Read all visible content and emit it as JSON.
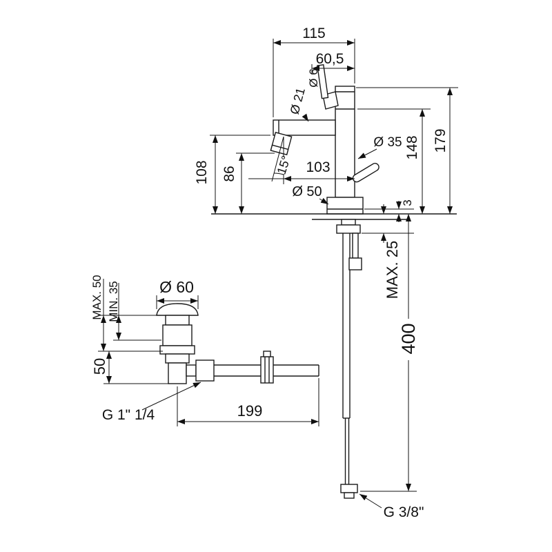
{
  "drawing": {
    "subject": "single-lever basin mixer tap with waste drain - dimensional drawing",
    "background": "#ffffff",
    "line_color": "#1a1a1a"
  },
  "dims": {
    "width_total": "115",
    "width_top": "60,5",
    "dia_lever": "Ø 6",
    "dia_spout": "Ø 21",
    "height_total": "179",
    "height_body": "148",
    "dia_body": "Ø 35",
    "spout_reach": "103",
    "spout_angle": "15°",
    "height_spout": "108",
    "height_aerator": "86",
    "dia_base": "Ø 50",
    "base_plate": "3",
    "deck_max": "MAX. 25",
    "hose_length": "400",
    "dia_waste": "Ø 60",
    "waste_max": "MAX. 50",
    "waste_min": "MIN. 35",
    "waste_height": "50",
    "waste_thread": "G 1\" 1/4",
    "rod_length": "199",
    "hose_thread": "G 3/8\""
  }
}
